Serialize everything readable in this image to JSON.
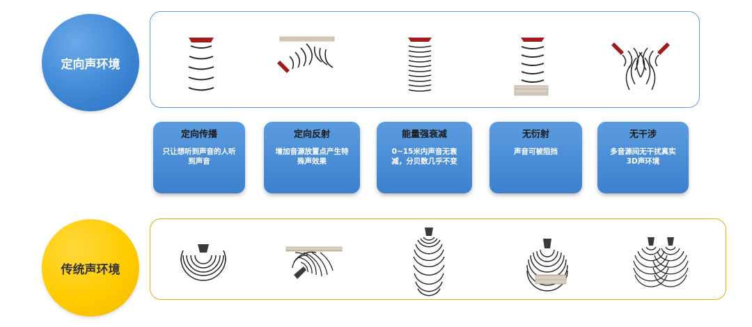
{
  "directional": {
    "label": "定向声环境",
    "color": "#3f88d6"
  },
  "traditional": {
    "label": "传统声环境",
    "color": "#ffcc00"
  },
  "features": [
    {
      "title": "定向传播",
      "desc": "只让想听到声音的人听到声音"
    },
    {
      "title": "定向反射",
      "desc": "增加音源放置点产生特殊声效果"
    },
    {
      "title": "能量强衰减",
      "desc": "0~15米内声音无衰减，分贝数几乎不变"
    },
    {
      "title": "无衍射",
      "desc": "声音可被阻挡"
    },
    {
      "title": "无干涉",
      "desc": "多音源间无干扰真实3D声环境"
    }
  ],
  "icons": {
    "directional": [
      "directional-propagation-icon",
      "directional-reflection-icon",
      "energy-no-decay-icon",
      "no-diffraction-icon",
      "no-interference-icon"
    ],
    "traditional": [
      "traditional-propagation-icon",
      "traditional-reflection-icon",
      "traditional-decay-icon",
      "traditional-diffraction-icon",
      "traditional-interference-icon"
    ]
  }
}
